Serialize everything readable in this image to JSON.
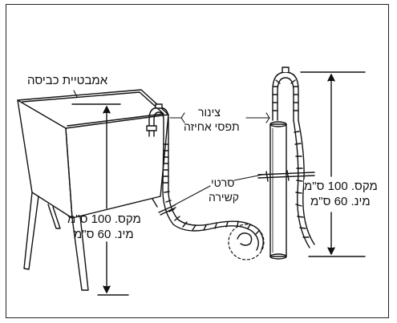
{
  "labels": {
    "tub": "אמבטיית כביסה",
    "hose": "צינור",
    "hose_clips": "תפסי אחיזה",
    "ties_line1": "סרטי",
    "ties_line2": "קשירה",
    "left_max": "מקס. 100 ס\"מ",
    "left_min": "מינ. 60 ס\"מ",
    "right_max": "מקס. 100 ס\"מ",
    "right_min": "מינ. 60 ס\"מ"
  },
  "colors": {
    "line": "#111111",
    "background": "#ffffff"
  }
}
